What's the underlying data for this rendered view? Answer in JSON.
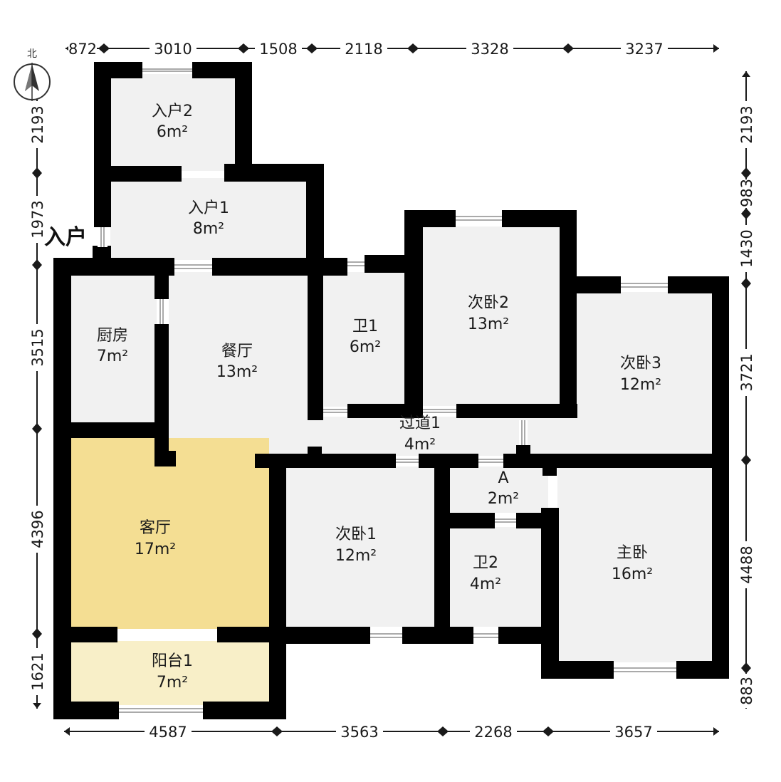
{
  "compass": {
    "label": "北",
    "icon": "north-arrow-icon"
  },
  "entry": {
    "label": "入户"
  },
  "colors": {
    "wall": "#000000",
    "floor": "#f1f1f1",
    "living_room": "#f4de93",
    "balcony": "#f8efc8",
    "window": "#ffffff",
    "dimension": "#1a1a1a"
  },
  "dimensions": {
    "top": [
      "872",
      "3010",
      "1508",
      "2118",
      "3328",
      "3237"
    ],
    "bottom": [
      "4587",
      "3563",
      "2268",
      "3657"
    ],
    "left": [
      "2193",
      "1973",
      "3515",
      "4396",
      "1621"
    ],
    "right": [
      "2193",
      "983",
      "1430",
      "3721",
      "4488",
      "883"
    ]
  },
  "rooms": [
    {
      "name": "入户2",
      "area": "6m²"
    },
    {
      "name": "入户1",
      "area": "8m²"
    },
    {
      "name": "厨房",
      "area": "7m²"
    },
    {
      "name": "餐厅",
      "area": "13m²"
    },
    {
      "name": "卫1",
      "area": "6m²"
    },
    {
      "name": "次卧2",
      "area": "13m²"
    },
    {
      "name": "次卧3",
      "area": "12m²"
    },
    {
      "name": "过道1",
      "area": "4m²"
    },
    {
      "name": "A",
      "area": "2m²"
    },
    {
      "name": "客厅",
      "area": "17m²"
    },
    {
      "name": "次卧1",
      "area": "12m²"
    },
    {
      "name": "卫2",
      "area": "4m²"
    },
    {
      "name": "主卧",
      "area": "16m²"
    },
    {
      "name": "阳台1",
      "area": "7m²"
    }
  ]
}
